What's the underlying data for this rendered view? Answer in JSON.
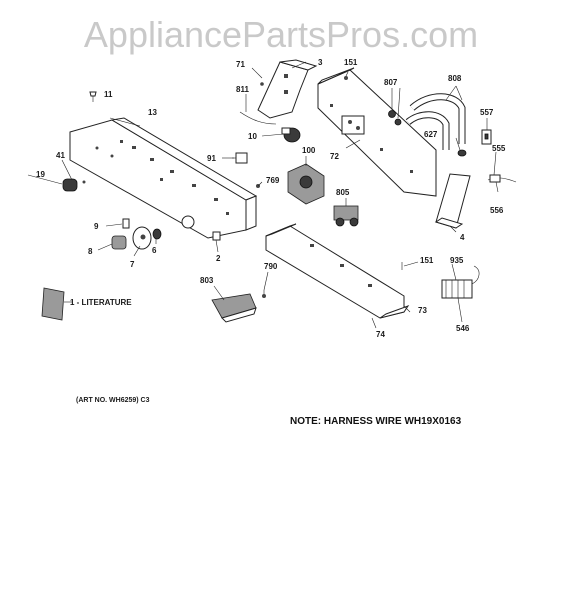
{
  "watermark": "AppliancePartsPros.com",
  "art_number": "(ART NO. WH6259) C3",
  "note": "NOTE: HARNESS WIRE WH19X0163",
  "literature_label": "1 - LITERATURE",
  "callouts": {
    "c11": "11",
    "c13": "13",
    "c41": "41",
    "c19": "19",
    "c9": "9",
    "c8": "8",
    "c7": "7",
    "c6": "6",
    "c2": "2",
    "c71": "71",
    "c3": "3",
    "c811": "811",
    "c10": "10",
    "c91": "91",
    "c100": "100",
    "c769": "769",
    "c151a": "151",
    "c72": "72",
    "c807": "807",
    "c808": "808",
    "c557": "557",
    "c627": "627",
    "c555": "555",
    "c556": "556",
    "c805": "805",
    "c4": "4",
    "c151b": "151",
    "c935": "935",
    "c790": "790",
    "c803": "803",
    "c73": "73",
    "c74": "74",
    "c546": "546"
  }
}
